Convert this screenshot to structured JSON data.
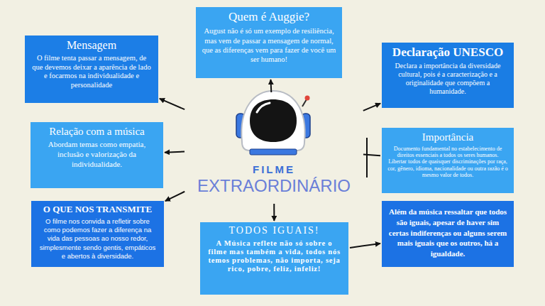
{
  "diagram": {
    "nodes": [
      {
        "text": [
          "Mensagem",
          "O filme tenta passar a mensagem, de que devemos deixar a aparência de lado e focarmos na individualidade e personalidade"
        ]
      },
      {
        "text": [
          "Quem é Auggie?",
          "August não é só um exemplo de resiliência, mas vem de passar a mensagem de normal, que as diferenças vem para fazer de você um ser humano!"
        ]
      },
      {
        "text": [
          "Declaração UNESCO",
          "Declara a importância da diversidade cultural, pois é a caracterização e a originalidade que compõem a humanidade."
        ]
      },
      {
        "text": [
          "Relação com a música",
          "Abordam temas como empatia, inclusão e valorização da individualidade."
        ]
      },
      {
        "text": [
          "FILME",
          "EXTRAORDINÁRIO"
        ]
      },
      {
        "text": [
          "Importância",
          "Documento fundamental no estabelecimento de direitos essenciais a todos os seres humanos. Libertar todos de quaisquer discriminações por raça, cor, gênero, idioma, nacionalidade ou outra razão é o mesmo valor de todos."
        ]
      },
      {
        "text": [
          "O QUE NOS TRANSMITE",
          "O filme nos convida a refletir sobre como podemos fazer a diferença na vida das pessoas ao nosso redor, simplesmente sendo gentis, empáticos e abertos à diversidade."
        ]
      },
      {
        "text": [
          "TODOS IGUAIS!",
          "A Música reflete não só sobre o filme mas também a vida, todos nós temos problemas, não importa, seja rico, pobre, feliz, infeliz!"
        ]
      },
      {
        "text": [
          "Além da música ressaltar que todos são iguais, apesar de haver sim certas indiferenças ou alguns serem mais iguais que os outros, há a igualdade."
        ]
      }
    ],
    "edges": [
      {
        "from": 4,
        "to": 0,
        "arrow": "to"
      },
      {
        "from": 4,
        "to": 1,
        "arrow": "to"
      },
      {
        "from": 4,
        "to": 2,
        "arrow": "to"
      },
      {
        "from": 4,
        "to": 3,
        "arrow": "to"
      },
      {
        "from": 4,
        "to": 5,
        "arrow": "none"
      },
      {
        "from": 4,
        "to": 6,
        "arrow": "to"
      },
      {
        "from": 4,
        "to": 7,
        "arrow": "to"
      },
      {
        "from": 7,
        "to": 8,
        "arrow": "to"
      }
    ]
  }
}
